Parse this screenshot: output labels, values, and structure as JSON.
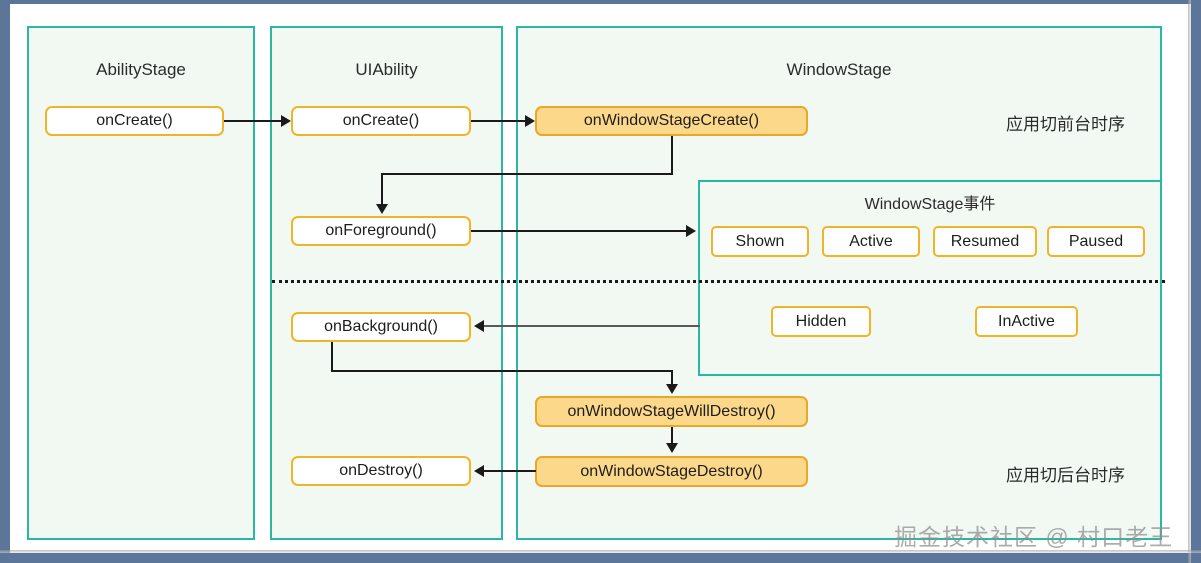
{
  "diagram": {
    "title": "UIAbility lifecycle sequence",
    "colors": {
      "frame": "#5b7698",
      "panel_border": "#2bb8a3",
      "panel_fill": "#f2f9f3",
      "node_border": "#f0b429",
      "node_fill_plain": "#ffffff",
      "node_fill_highlight": "#fcd88a",
      "connector": "#1a1a1a"
    },
    "lanes": [
      {
        "label": "AbilityStage"
      },
      {
        "label": "UIAbility"
      },
      {
        "label": "WindowStage"
      }
    ],
    "nodes": {
      "ability_stage_on_create": "onCreate()",
      "uiability_on_create": "onCreate()",
      "on_window_stage_create": "onWindowStageCreate()",
      "on_foreground": "onForeground()",
      "on_background": "onBackground()",
      "on_window_stage_will_destroy": "onWindowStageWillDestroy()",
      "on_window_stage_destroy": "onWindowStageDestroy()",
      "on_destroy": "onDestroy()"
    },
    "events_box": {
      "title": "WindowStage事件",
      "top_row": [
        "Shown",
        "Active",
        "Resumed",
        "Paused"
      ],
      "bottom_row": [
        "Hidden",
        "InActive"
      ]
    },
    "annotations": {
      "foreground": "应用切前台时序",
      "background": "应用切后台时序"
    },
    "watermark": "掘金技术社区 @ 村口老王"
  }
}
